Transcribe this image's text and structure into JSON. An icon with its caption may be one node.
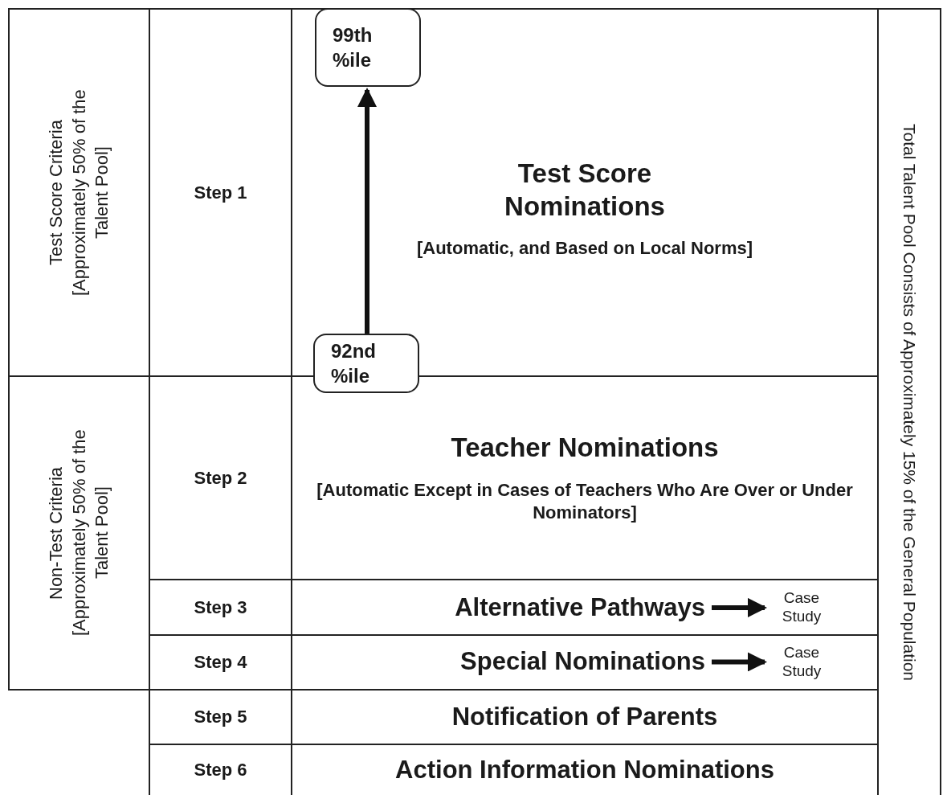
{
  "diagram": {
    "nodes": [
      {
        "text": [
          "Test Score Criteria [Approximately 50% of the Talent Pool]"
        ]
      },
      {
        "text": [
          "Non-Test Criteria [Approximately 50% of the Talent Pool]"
        ]
      },
      {
        "text": [
          "Step 1"
        ]
      },
      {
        "text": [
          "Test Score Nominations",
          "[Automatic, and Based on Local Norms]"
        ]
      },
      {
        "text": [
          "99th %ile"
        ],
        "in": 3
      },
      {
        "text": [
          "92nd %ile"
        ]
      },
      {
        "text": [
          "Step 2"
        ]
      },
      {
        "text": [
          "Teacher Nominations",
          "[Automatic Except in Cases of Teachers Who Are Over or Under Nominators]"
        ]
      },
      {
        "text": [
          "Step 3"
        ]
      },
      {
        "text": [
          "Alternative Pathways"
        ]
      },
      {
        "text": [
          "Case Study"
        ]
      },
      {
        "text": [
          "Step 4"
        ]
      },
      {
        "text": [
          "Special Nominations"
        ]
      },
      {
        "text": [
          "Case Study"
        ]
      },
      {
        "text": [
          "Step 5"
        ]
      },
      {
        "text": [
          "Notification of Parents"
        ]
      },
      {
        "text": [
          "Step 6"
        ]
      },
      {
        "text": [
          "Action Information Nominations"
        ]
      },
      {
        "text": [
          "Total Talent Pool Consists of Approximately 15% of the General Population"
        ]
      }
    ],
    "edges": [
      {
        "from": 5,
        "to": 4,
        "arrow": "to"
      },
      {
        "from": 9,
        "to": 10,
        "arrow": "to"
      },
      {
        "from": 12,
        "to": 13,
        "arrow": "to"
      }
    ]
  }
}
